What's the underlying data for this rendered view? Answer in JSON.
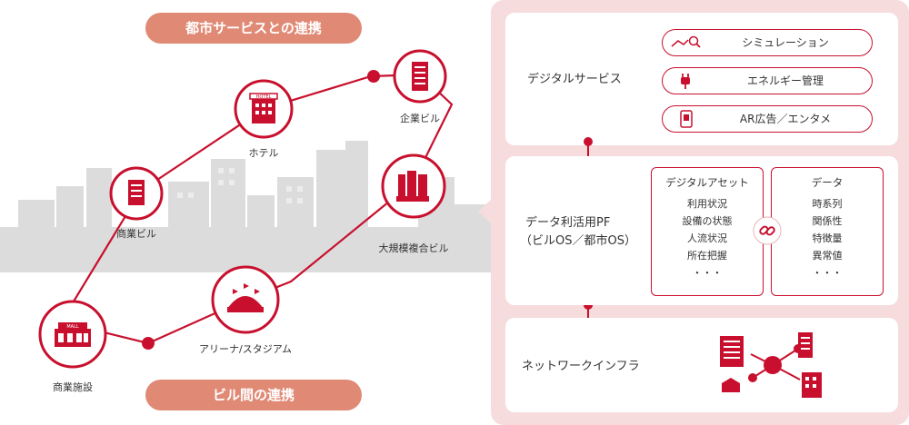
{
  "left": {
    "top_pill": "都市サービスとの連携",
    "bottom_pill": "ビル間の連携",
    "nodes": {
      "hotel": "ホテル",
      "hotel_sign": "HOTEL",
      "corporate_building": "企業ビル",
      "commercial_building": "商業ビル",
      "large_complex": "大規模複合ビル",
      "arena": "アリーナ/スタジアム",
      "commercial_facility": "商業施設",
      "mall_sign": "MALL"
    }
  },
  "right": {
    "digital_services": {
      "title": "デジタルサービス",
      "items": [
        {
          "label": "シミュレーション",
          "icon": "graph-search-icon"
        },
        {
          "label": "エネルギー管理",
          "icon": "plug-icon"
        },
        {
          "label": "AR広告／エンタメ",
          "icon": "ar-phone-icon"
        }
      ]
    },
    "data_platform": {
      "title_line1": "データ利活用PF",
      "title_line2": "（ビルOS／都市OS）",
      "digital_asset": {
        "header": "デジタルアセット",
        "items": [
          "利用状況",
          "設備の状態",
          "人流状況",
          "所在把握"
        ],
        "ellipsis": "・・・"
      },
      "data": {
        "header": "データ",
        "items": [
          "時系列",
          "関係性",
          "特徴量",
          "異常値"
        ],
        "ellipsis": "・・・"
      }
    },
    "network": {
      "title": "ネットワークインフラ"
    }
  },
  "colors": {
    "accent": "#c8102e",
    "pill": "#e08a76",
    "panel": "#f6dcdc",
    "skyline": "#d9d9d9"
  }
}
